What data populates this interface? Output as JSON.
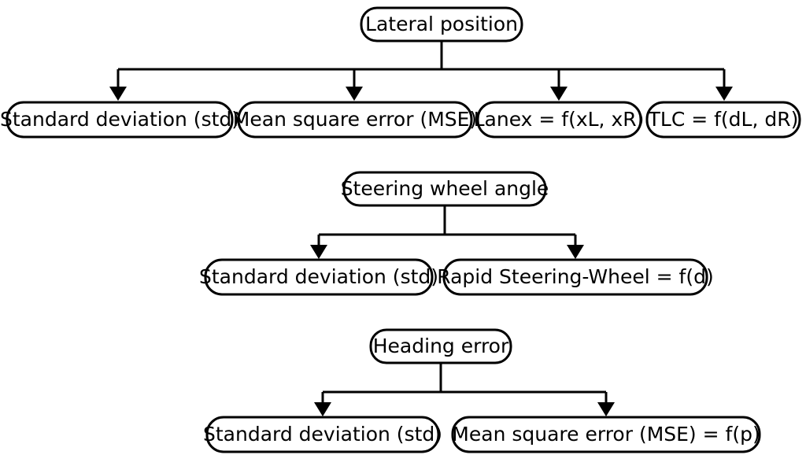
{
  "diagram": {
    "type": "hierarchy-tree",
    "title": "Driving performance indicator hierarchy",
    "background_color": "#ffffff",
    "line_color": "#000000",
    "box_fill_color": "#ffffff",
    "groups": [
      {
        "id": "lateral-position",
        "root": {
          "label": "Lateral position"
        },
        "children": [
          {
            "label": "Standard deviation (std)"
          },
          {
            "label": "Mean square error (MSE)"
          },
          {
            "label": "Lanex = f(xL, xR)"
          },
          {
            "label": "TLC = f(dL, dR)"
          }
        ]
      },
      {
        "id": "steering-wheel-angle",
        "root": {
          "label": "Steering wheel angle"
        },
        "children": [
          {
            "label": "Standard deviation (std)"
          },
          {
            "label": "Rapid Steering-Wheel = f(d)"
          }
        ]
      },
      {
        "id": "heading-error",
        "root": {
          "label": "Heading error"
        },
        "children": [
          {
            "label": "Standard deviation (std)"
          },
          {
            "label": "Mean square error (MSE) = f(p)"
          }
        ]
      }
    ]
  }
}
